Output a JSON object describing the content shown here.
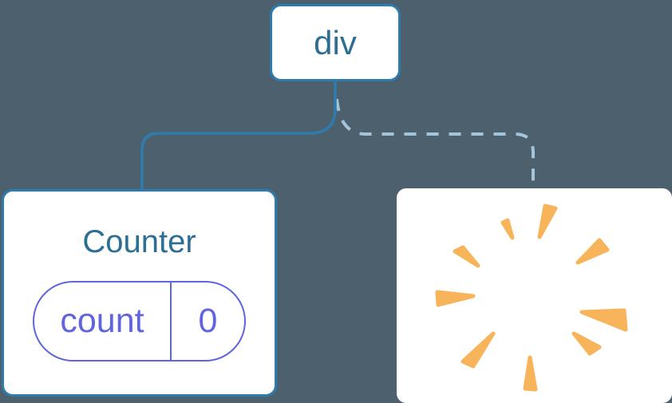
{
  "diagram": {
    "description": "React component tree diagram: a div root keeps the Counter child with its state, while its second child is removed (poof)",
    "root": {
      "label": "div"
    },
    "children": [
      {
        "title": "Counter",
        "state": {
          "key": "count",
          "value": "0"
        },
        "connector": "solid"
      },
      {
        "icon": "poof-burst",
        "connector": "dashed"
      }
    ]
  },
  "colors": {
    "background": "#4c616d",
    "node_fill": "#ffffff",
    "node_border": "#2e7cad",
    "label_text": "#2d6f94",
    "state_accent": "#6065dd",
    "dashed_connector": "#a5c3d9",
    "poof": "#f8b45a"
  }
}
